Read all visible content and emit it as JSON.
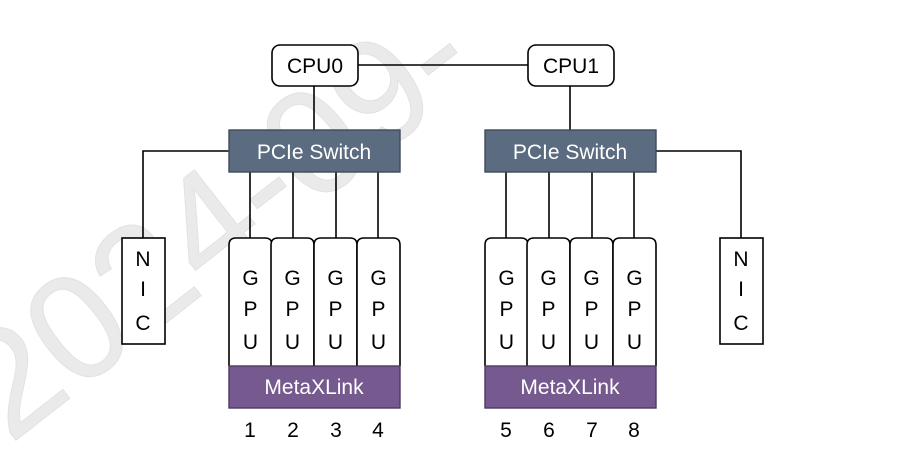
{
  "watermark": "2024-09-",
  "cpus": [
    "CPU0",
    "CPU1"
  ],
  "switches": [
    "PCIe Switch",
    "PCIe Switch"
  ],
  "nics": [
    "NIC",
    "NIC"
  ],
  "gpu_label": "GPU",
  "metaxlink": [
    "MetaXLink",
    "MetaXLink"
  ],
  "gpu_numbers": [
    "1",
    "2",
    "3",
    "4",
    "5",
    "6",
    "7",
    "8"
  ],
  "colors": {
    "switch_fill": "#5b6b80",
    "metaxlink_fill": "#76598e",
    "line": "#000000",
    "watermark": "#e8e8e8"
  }
}
